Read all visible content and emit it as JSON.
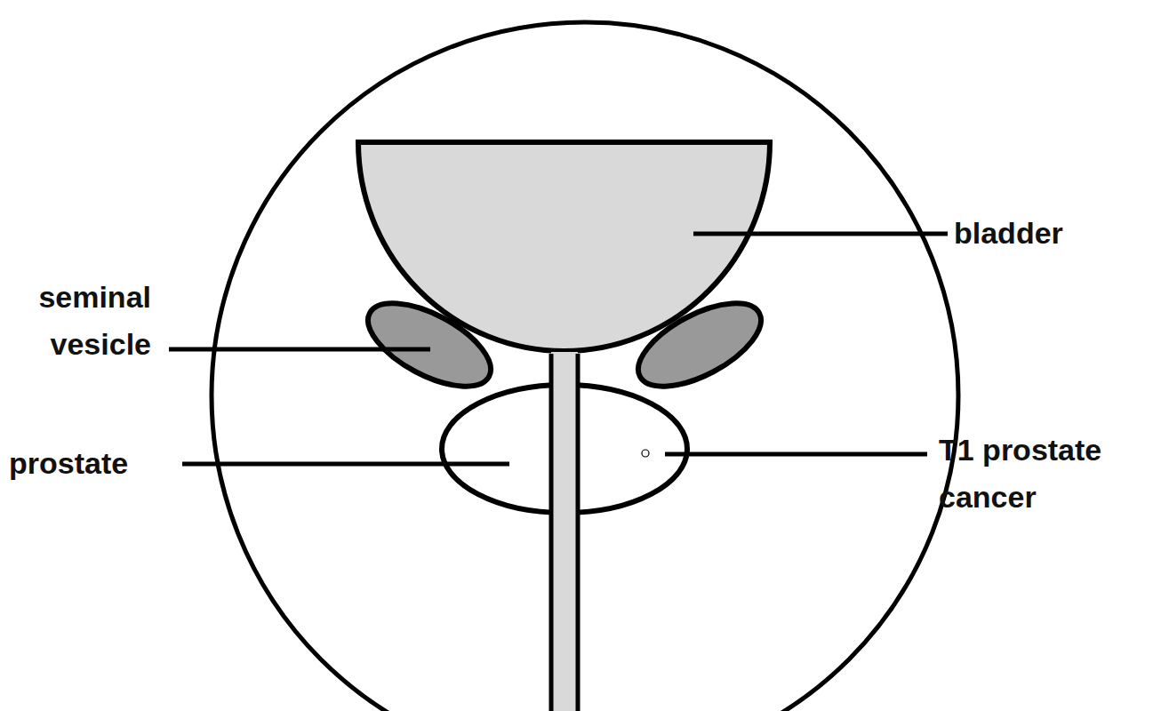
{
  "diagram": {
    "labels": [
      "bladder",
      "seminal vesicle",
      "prostate",
      "T1 prostate cancer"
    ]
  }
}
